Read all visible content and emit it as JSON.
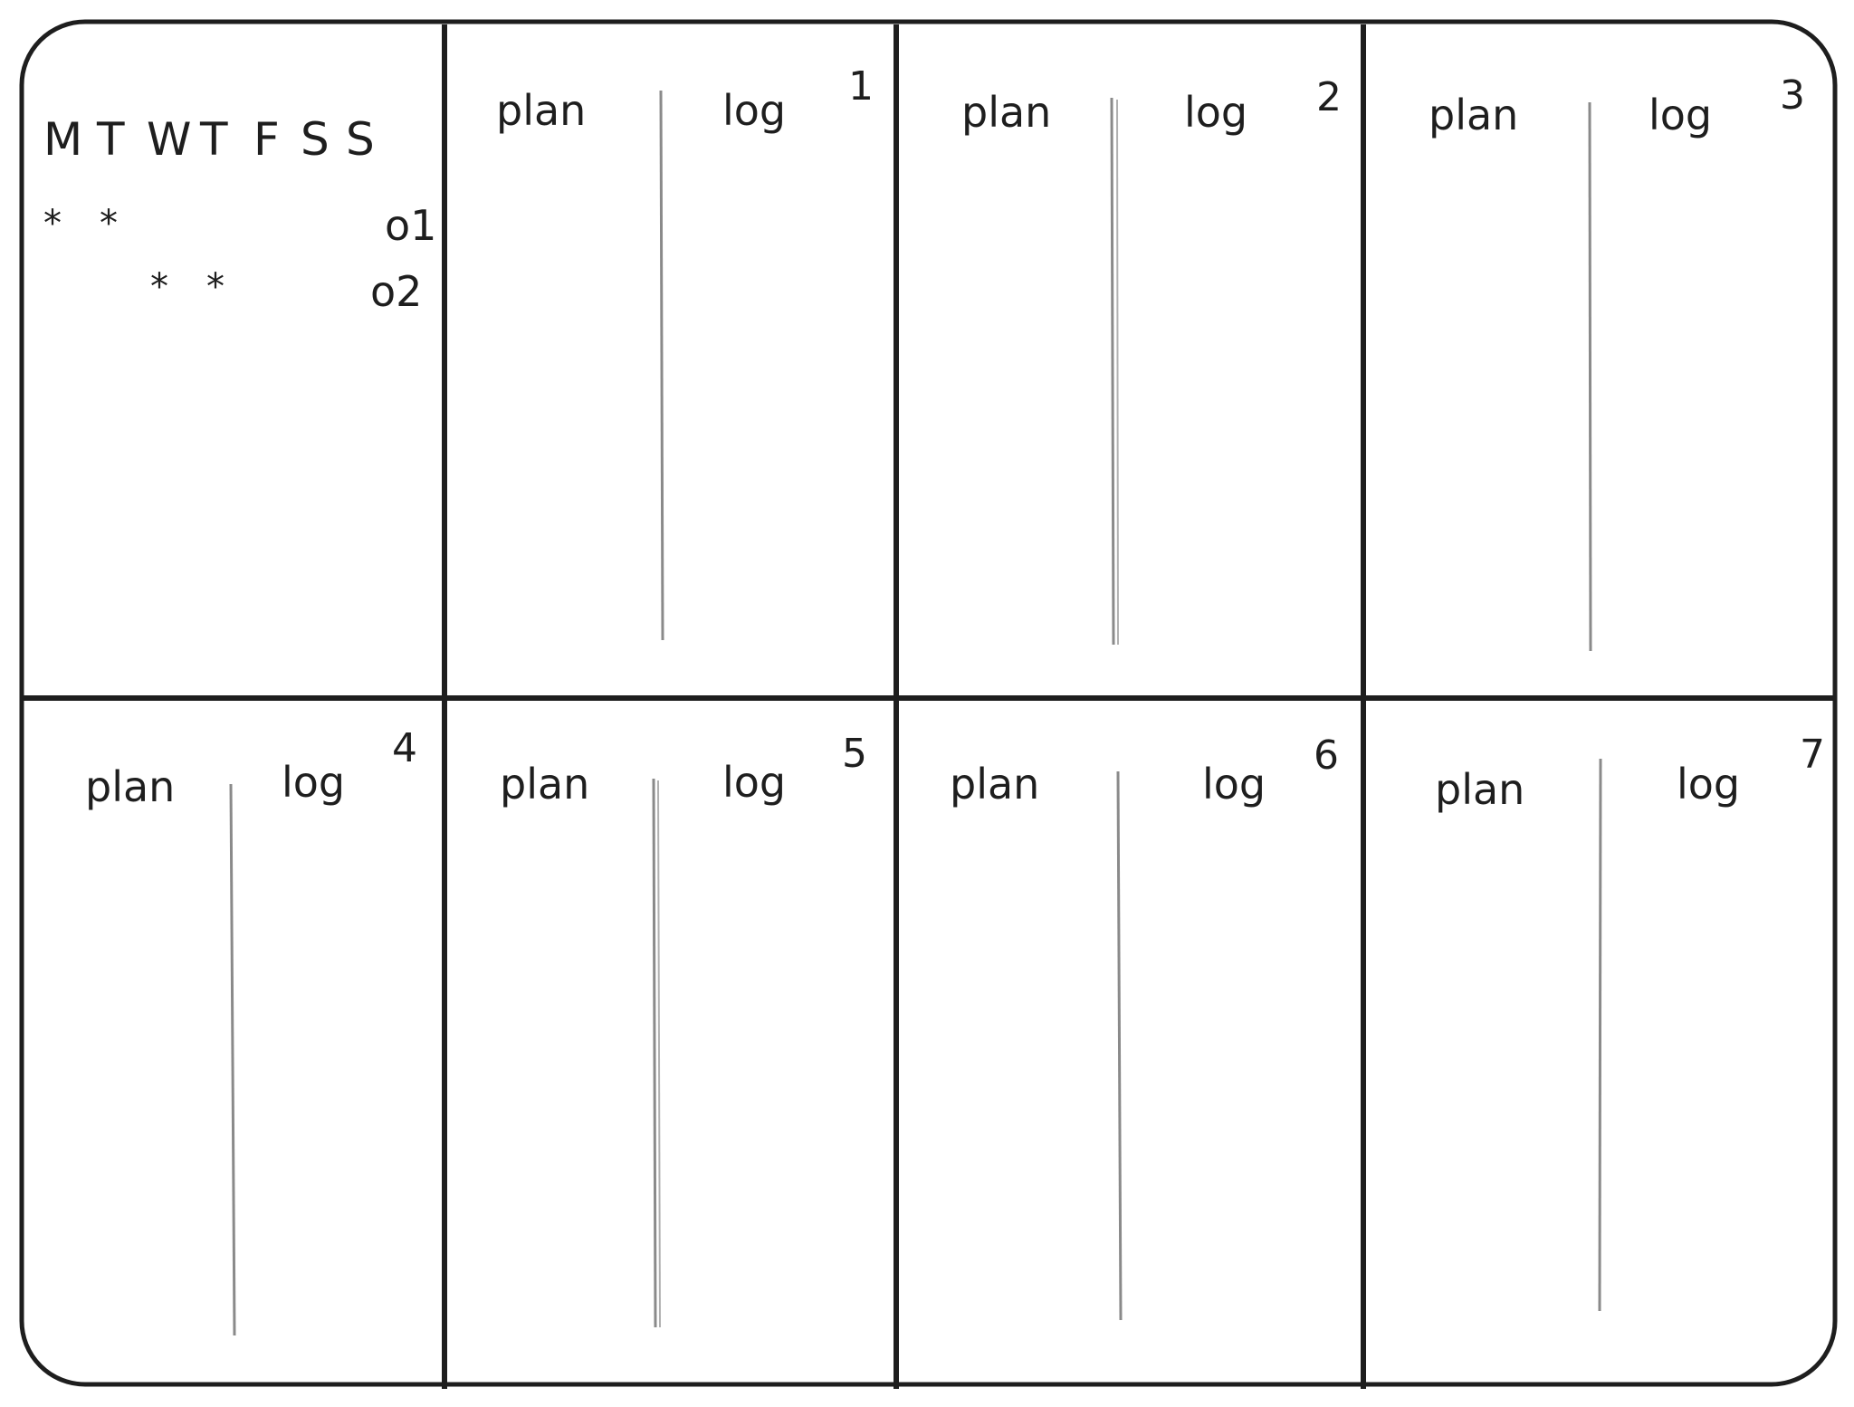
{
  "legend": {
    "days": [
      "M",
      "T",
      "W",
      "T",
      "F",
      "S",
      "S"
    ],
    "rows": [
      {
        "label": "o1",
        "marks": [
          "*",
          "*"
        ]
      },
      {
        "label": "o2",
        "marks": [
          "*",
          "*"
        ]
      }
    ]
  },
  "panels": [
    {
      "number": "1",
      "plan_label": "plan",
      "log_label": "log"
    },
    {
      "number": "2",
      "plan_label": "plan",
      "log_label": "log"
    },
    {
      "number": "3",
      "plan_label": "plan",
      "log_label": "log"
    },
    {
      "number": "4",
      "plan_label": "plan",
      "log_label": "log"
    },
    {
      "number": "5",
      "plan_label": "plan",
      "log_label": "log"
    },
    {
      "number": "6",
      "plan_label": "plan",
      "log_label": "log"
    },
    {
      "number": "7",
      "plan_label": "plan",
      "log_label": "log"
    }
  ],
  "colors": {
    "ink": "#1e1e1e",
    "divider": "#9a9a9a",
    "background": "#ffffff"
  }
}
